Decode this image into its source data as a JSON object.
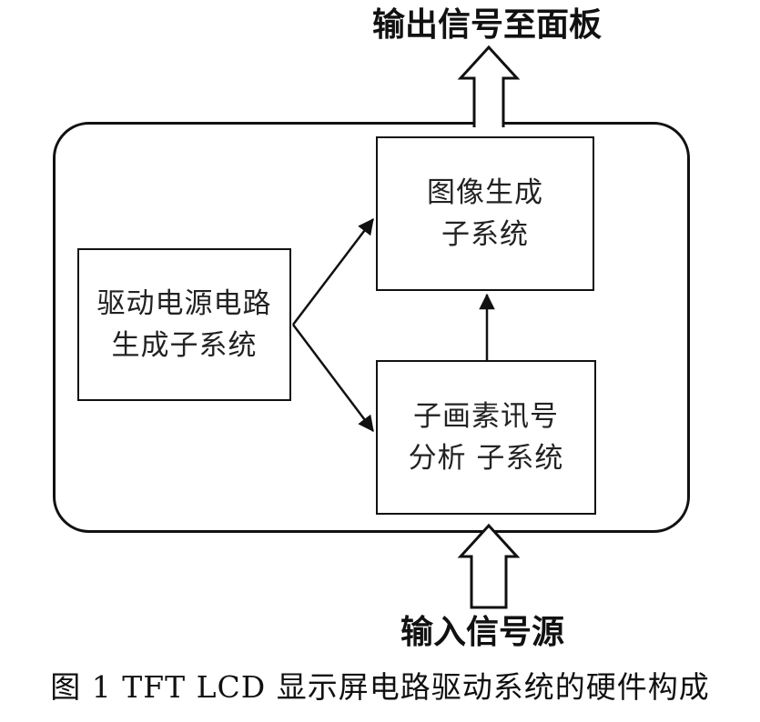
{
  "diagram": {
    "output_label": "输出信号至面板",
    "input_label": "输入信号源",
    "boxes": {
      "left": {
        "line1": "驱动电源电路",
        "line2": "生成子系统"
      },
      "top": {
        "line1": "图像生成",
        "line2": "子系统"
      },
      "bottom": {
        "line1": "子画素讯号",
        "line2": "分析 子系统"
      }
    }
  },
  "caption": "图 1 TFT LCD 显示屏电路驱动系统的硬件构成"
}
